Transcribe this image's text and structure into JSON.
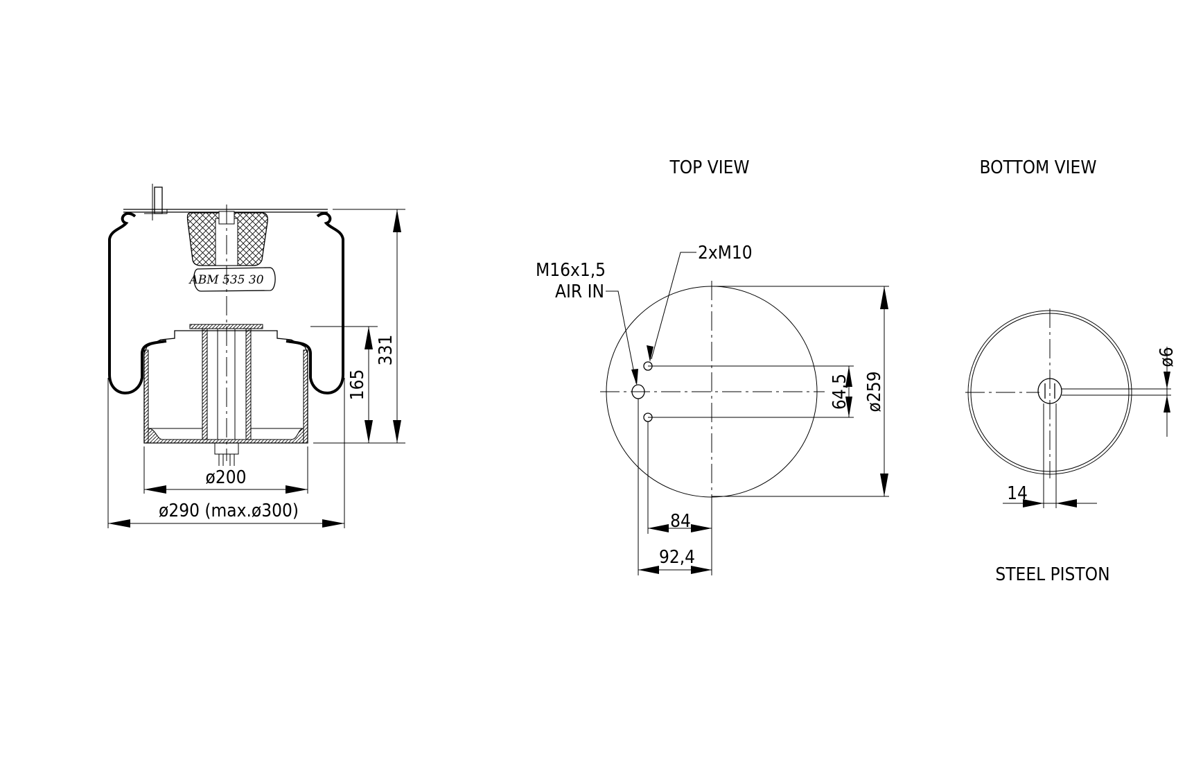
{
  "side_view": {
    "label_plate": "ABM 535 30",
    "dim_height_total": "331",
    "dim_height_piston": "165",
    "dim_piston_diameter": "ø200",
    "dim_bellow_diameter": "ø290 (max.ø300)"
  },
  "top_view": {
    "title": "TOP VIEW",
    "label_studs": "2xM10",
    "label_air_line1": "M16x1,5",
    "label_air_line2": "AIR IN",
    "dim_stud_spacing": "64,5",
    "dim_plate_diameter": "ø259",
    "dim_stud_offset": "84",
    "dim_air_offset": "92,4"
  },
  "bottom_view": {
    "title": "BOTTOM VIEW",
    "dim_hole": "ø6",
    "dim_slot": "14",
    "caption": "STEEL PISTON"
  }
}
